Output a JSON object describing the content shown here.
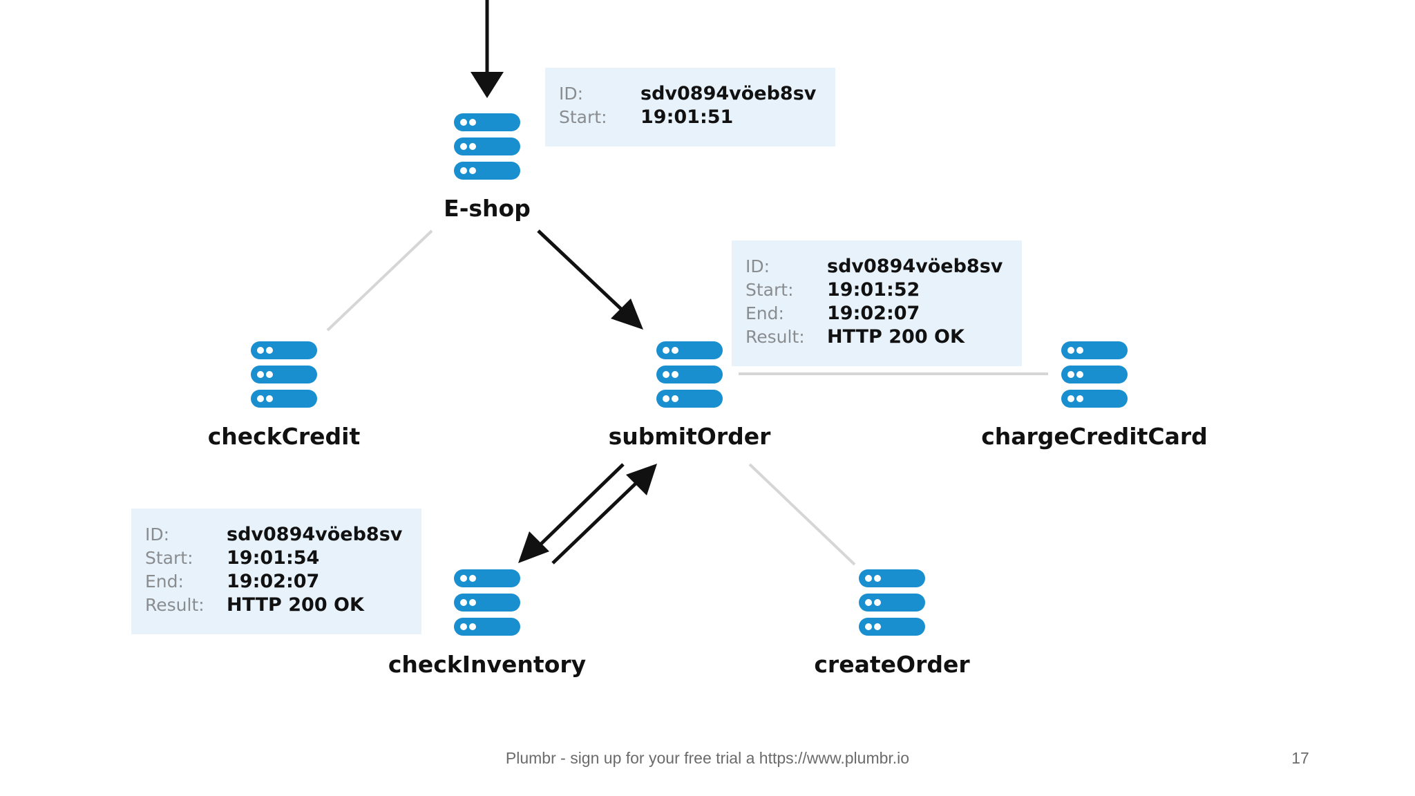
{
  "diagram": {
    "nodes": [
      {
        "id": "eshop",
        "label": "E-shop",
        "icon": "server-stack-icon"
      },
      {
        "id": "checkCredit",
        "label": "checkCredit",
        "icon": "server-stack-icon"
      },
      {
        "id": "submitOrder",
        "label": "submitOrder",
        "icon": "server-stack-icon"
      },
      {
        "id": "chargeCreditCard",
        "label": "chargeCreditCard",
        "icon": "server-stack-icon"
      },
      {
        "id": "checkInventory",
        "label": "checkInventory",
        "icon": "server-stack-icon"
      },
      {
        "id": "createOrder",
        "label": "createOrder",
        "icon": "server-stack-icon"
      }
    ],
    "edges": [
      {
        "from": "entry",
        "to": "eshop",
        "style": "active-arrow"
      },
      {
        "from": "eshop",
        "to": "checkCredit",
        "style": "inactive-line"
      },
      {
        "from": "eshop",
        "to": "submitOrder",
        "style": "active-arrow"
      },
      {
        "from": "submitOrder",
        "to": "chargeCreditCard",
        "style": "inactive-line"
      },
      {
        "from": "submitOrder",
        "to": "checkInventory",
        "style": "active-arrow"
      },
      {
        "from": "checkInventory",
        "to": "submitOrder",
        "style": "active-arrow"
      },
      {
        "from": "submitOrder",
        "to": "createOrder",
        "style": "inactive-line"
      }
    ],
    "info_boxes": [
      {
        "attached_to": "eshop",
        "rows": [
          {
            "key": "ID:",
            "value": "sdv0894vöeb8sv"
          },
          {
            "key": "Start:",
            "value": "19:01:51"
          }
        ]
      },
      {
        "attached_to": "submitOrder",
        "rows": [
          {
            "key": "ID:",
            "value": "sdv0894vöeb8sv"
          },
          {
            "key": "Start:",
            "value": "19:01:52"
          },
          {
            "key": "End:",
            "value": "19:02:07"
          },
          {
            "key": "Result:",
            "value": "HTTP 200 OK"
          }
        ]
      },
      {
        "attached_to": "checkInventory",
        "rows": [
          {
            "key": "ID:",
            "value": "sdv0894vöeb8sv"
          },
          {
            "key": "Start:",
            "value": "19:01:54"
          },
          {
            "key": "End:",
            "value": "19:02:07"
          },
          {
            "key": "Result:",
            "value": "HTTP 200 OK"
          }
        ]
      }
    ]
  },
  "footer": {
    "text": "Plumbr - sign up for your free trial a https://www.plumbr.io",
    "page_number": "17"
  },
  "colors": {
    "server_blue": "#1a8fd0",
    "info_box_bg": "#e7f2fb",
    "active_edge": "#111111",
    "inactive_edge": "#d6d6d6",
    "label_text": "#111111",
    "key_text": "#8a8d90",
    "footer_text": "#6b6b6b"
  }
}
